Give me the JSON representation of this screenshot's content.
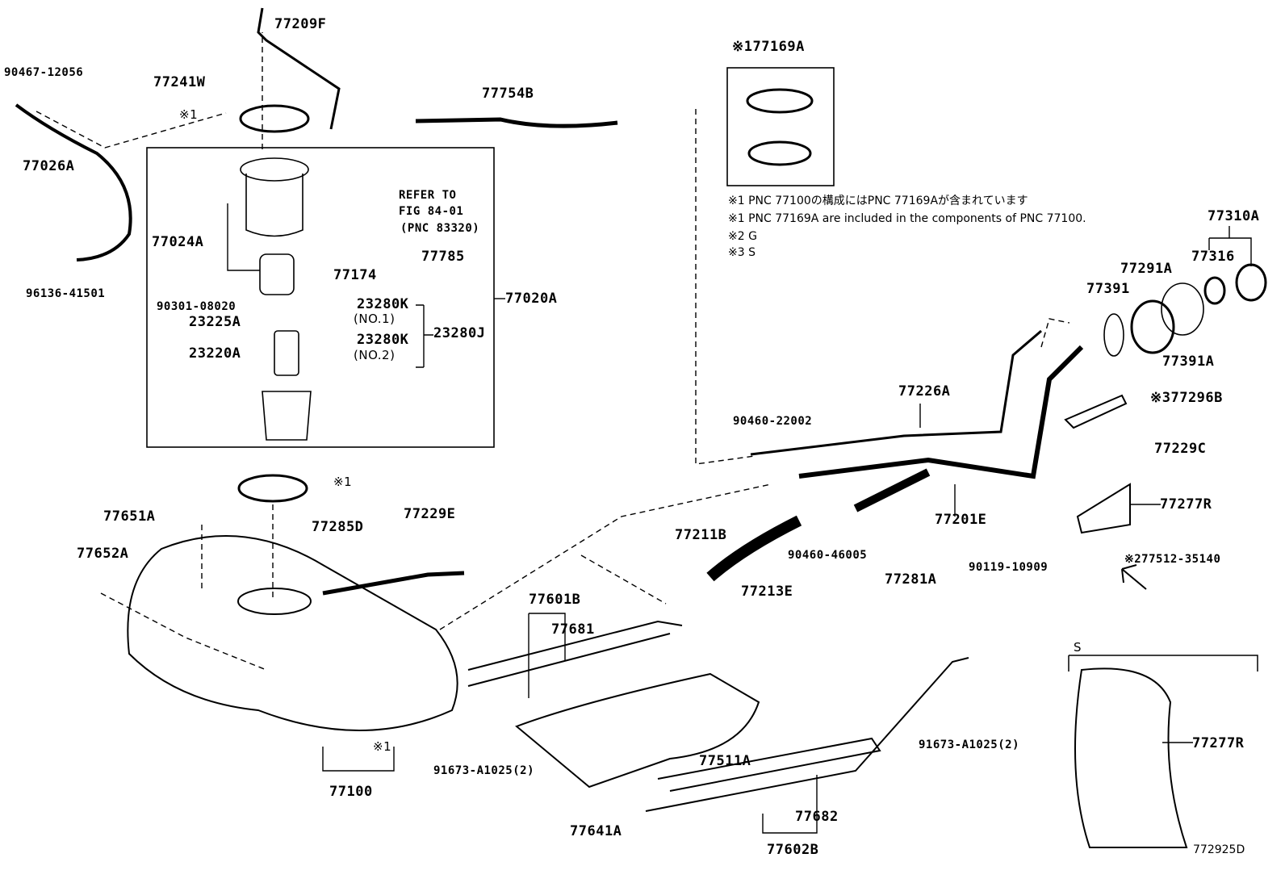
{
  "labels": [
    "77209F",
    "90467-12056",
    "77241W",
    "※1",
    "77754B",
    "77026A",
    "REFER TO",
    "FIG 84-01",
    "(PNC 83320)",
    "77024A",
    "77785",
    "77174",
    "96136-41501",
    "90301-08020",
    "77020A",
    "23280K",
    "(NO.1)",
    "23225A",
    "23280J",
    "23280K",
    "(NO.2)",
    "23220A",
    "※177169A",
    "77310A",
    "77316",
    "77291A",
    "77391",
    "77391A",
    "77226A",
    "※377296B",
    "90460-22002",
    "77229C",
    "※1",
    "77277R",
    "77651A",
    "77285D",
    "77229E",
    "77211B",
    "90460-46005",
    "77201E",
    "77652A",
    "※277512-35140",
    "90119-10909",
    "77281A",
    "77213E",
    "77601B",
    "77681",
    "S",
    "※1",
    "77511A",
    "91673-A1025(2)",
    "91673-A1025(2)",
    "77277R",
    "77100",
    "77641A",
    "77682",
    "77602B"
  ],
  "notes": [
    "※1 PNC 77100の構成にはPNC 77169Aが含まれています",
    "※1 PNC 77169A are included in the components of PNC 77100.",
    "※2 G",
    "※3 S"
  ],
  "figure_id": "772925D"
}
